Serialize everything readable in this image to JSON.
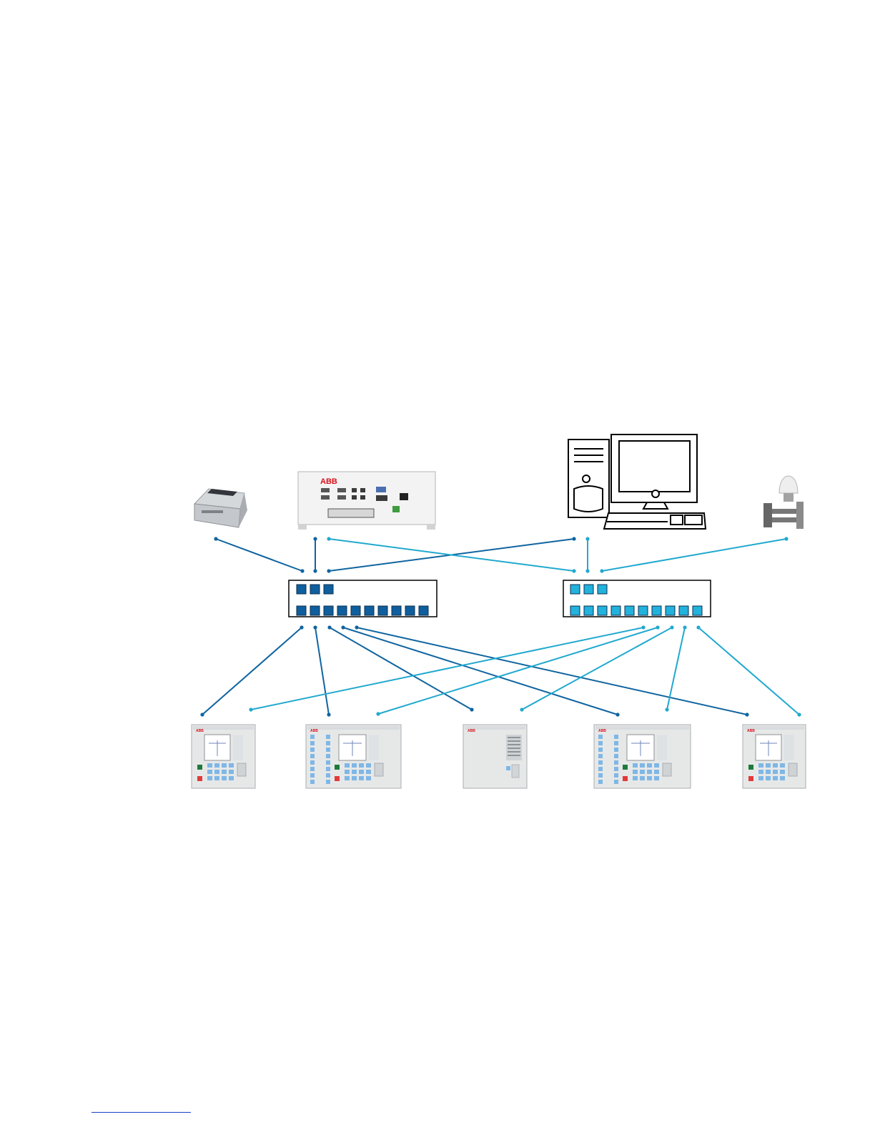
{
  "colors": {
    "dark_network": "#0f64a0",
    "light_network": "#21a9cf",
    "dark_port": "#0f5f9e",
    "light_port": "#22b2dc",
    "device_body": "#e6e8e8",
    "key_blue": "#7fb7e6",
    "logo_red": "#d8101a",
    "outline": "#000000"
  },
  "devices": {
    "printer": {
      "icon": "dot-matrix-printer-icon"
    },
    "computer_unit": {
      "icon": "industrial-computer-icon",
      "logo": "ABB"
    },
    "workstation": {
      "icon": "desktop-workstation-icon"
    },
    "gps_antenna": {
      "icon": "gps-antenna-clock-icon"
    }
  },
  "switches": [
    {
      "id": "switch-a",
      "network": "dark",
      "uplink_ports": 3,
      "downlink_ports": 10
    },
    {
      "id": "switch-b",
      "network": "light",
      "uplink_ports": 3,
      "downlink_ports": 10
    }
  ],
  "ieds": [
    {
      "id": "ied-1",
      "variant": "standard",
      "logo": "ABB"
    },
    {
      "id": "ied-2",
      "variant": "wide",
      "logo": "ABB"
    },
    {
      "id": "ied-3",
      "variant": "blank",
      "logo": "ABB"
    },
    {
      "id": "ied-4",
      "variant": "wide",
      "logo": "ABB"
    },
    {
      "id": "ied-5",
      "variant": "standard",
      "logo": "ABB"
    }
  ]
}
